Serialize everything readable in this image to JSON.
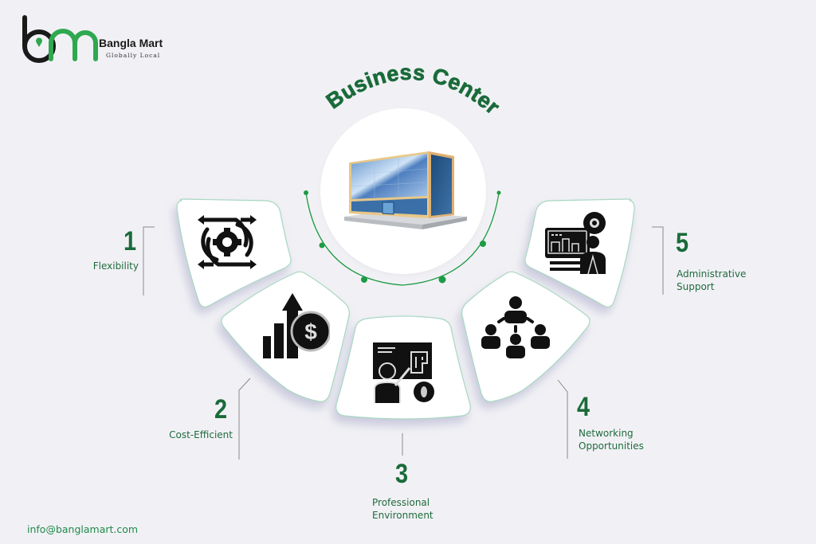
{
  "brand": {
    "name": "Bangla Mart",
    "tagline": "Globally Local",
    "logo_letters": "bm",
    "colors": {
      "logo_dark": "#1a1a1a",
      "logo_green": "#2fa84f"
    }
  },
  "title": "Business Center",
  "center_image": "office-building-icon",
  "colors": {
    "background": "#f1f1f5",
    "accent_green": "#1a6b3a",
    "arc_green": "#1f9a45",
    "card_white": "#ffffff",
    "card_border": "#a8d8c0"
  },
  "items": [
    {
      "number": "1",
      "label_lines": [
        "Flexibility"
      ],
      "icon": "flexibility-gear-arrows-icon"
    },
    {
      "number": "2",
      "label_lines": [
        "Cost-Efficient"
      ],
      "icon": "cost-growth-dollar-icon"
    },
    {
      "number": "3",
      "label_lines": [
        "Professional",
        "Environment"
      ],
      "icon": "professional-presenter-icon"
    },
    {
      "number": "4",
      "label_lines": [
        "Networking",
        "Opportunities"
      ],
      "icon": "network-people-icon"
    },
    {
      "number": "5",
      "label_lines": [
        "Administrative",
        "Support"
      ],
      "icon": "admin-support-icon"
    }
  ],
  "footer": {
    "email": "info@banglamart.com"
  }
}
